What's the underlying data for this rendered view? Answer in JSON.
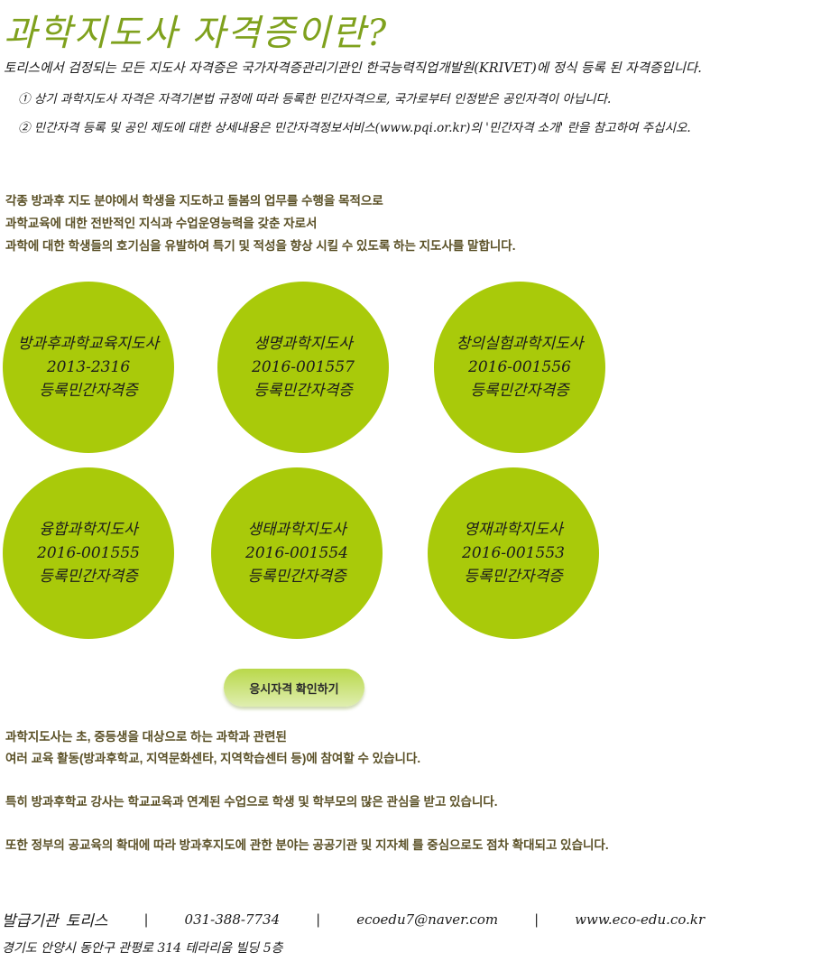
{
  "header": {
    "title": "과학지도사 자격증이란?",
    "intro": "토리스에서 검정되는 모든 지도사 자격증은 국가자격증관리기관인 한국능력직업개발원(KRIVET)에 정식 등록 된 자격증입니다.",
    "notes": [
      "① 상기 과학지도사 자격은 자격기본법 규정에 따라 등록한 민간자격으로, 국가로부터 인정받은 공인자격이 아닙니다.",
      "② 민간자격 등록 및 공인 제도에 대한 상세내용은 민간자격정보서비스(www.pqi.or.kr)의 '민간자격 소개' 란을 참고하여 주십시오."
    ]
  },
  "description": [
    "각종 방과후 지도 분야에서 학생을 지도하고 돌봄의 업무를 수행을 목적으로",
    "과학교육에 대한 전반적인 지식과 수업운영능력을 갖춘 자로서",
    "과학에 대한 학생들의 호기심을 유발하여 특기 및 적성을 향상 시킬 수 있도록 하는 지도사를 말합니다."
  ],
  "certificates": [
    {
      "name": "방과후과학교육지도사",
      "number": "2013-2316",
      "status": "등록민간자격증"
    },
    {
      "name": "생명과학지도사",
      "number": "2016-001557",
      "status": "등록민간자격증"
    },
    {
      "name": "창의실험과학지도사",
      "number": "2016-001556",
      "status": "등록민간자격증"
    },
    {
      "name": "융합과학지도사",
      "number": "2016-001555",
      "status": "등록민간자격증"
    },
    {
      "name": "생태과학지도사",
      "number": "2016-001554",
      "status": "등록민간자격증"
    },
    {
      "name": "영재과학지도사",
      "number": "2016-001553",
      "status": "등록민간자격증"
    }
  ],
  "button": {
    "label": "응시자격 확인하기"
  },
  "body": {
    "p1_line1": "과학지도사는 초, 중등생을 대상으로 하는 과학과 관련된",
    "p1_line2": "여러 교육 활동(방과후학교, 지역문화센타, 지역학습센터 등)에 참여할 수 있습니다.",
    "p2": "특히 방과후학교 강사는 학교교육과 연계된 수업으로 학생 및 학부모의 많은 관심을 받고 있습니다.",
    "p3": "또한 정부의 공교육의 확대에 따라 방과후지도에 관한 분야는 공공기관 및 지자체 를 중심으로도 점차 확대되고 있습니다."
  },
  "footer": {
    "issuer_label": "발급기관",
    "issuer_name": "토리스",
    "phone": "031-388-7734",
    "email": "ecoedu7@naver.com",
    "website": "www.eco-edu.co.kr",
    "separator": "|",
    "address": "경기도 안양시 동안구 관평로 314 테라리움 빌딩 5층"
  },
  "colors": {
    "title": "#7fa11d",
    "circle": "#a9ca0a",
    "text_brown": "#5a5026"
  }
}
